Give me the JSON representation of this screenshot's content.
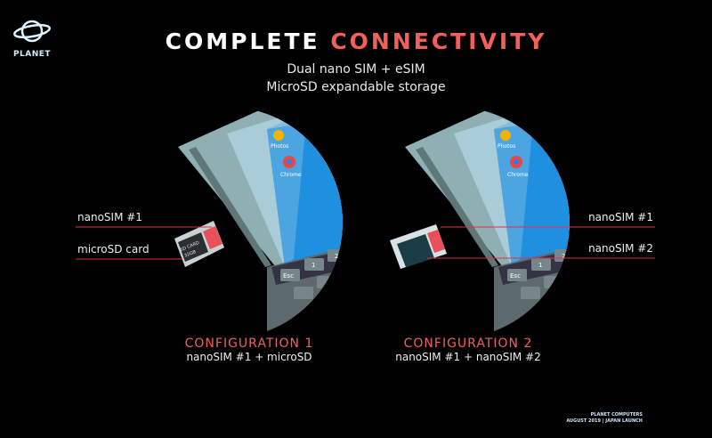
{
  "logo": {
    "text": "PLANET",
    "icon": "planet-ring-icon"
  },
  "title": {
    "part1": "COMPLETE",
    "part2": "CONNECTIVITY"
  },
  "subtitle": [
    "Dual nano SIM + eSIM",
    "MicroSD expandable storage"
  ],
  "config1": {
    "labels": [
      "nanoSIM #1",
      "microSD card"
    ],
    "heading": "CONFIGURATION 1",
    "description": "nanoSIM #1 + microSD",
    "card_text": [
      "SD CARD",
      "32GB"
    ]
  },
  "config2": {
    "labels": [
      "nanoSIM #1",
      "nanoSIM #2"
    ],
    "heading": "CONFIGURATION 2",
    "description": "nanoSIM #1 + nanoSIM #2"
  },
  "phone": {
    "apps": [
      "Photos",
      "Chrome"
    ],
    "keys": [
      "Esc",
      "1",
      "2"
    ]
  },
  "footer": [
    "PLANET COMPUTERS",
    "AUGUST 2019 | JAPAN LAUNCH"
  ],
  "colors": {
    "accent": "#f2605c",
    "line": "#e0304a",
    "screen": "#1f8fe0",
    "body": "#7f9a9c",
    "background": "#000000"
  }
}
